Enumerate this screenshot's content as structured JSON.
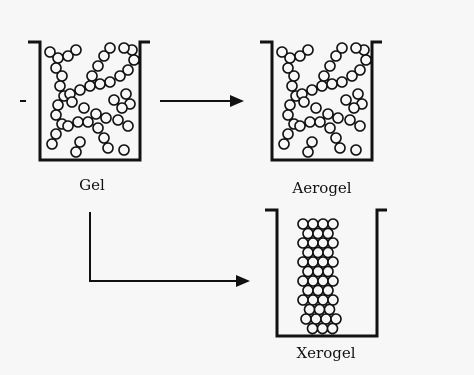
{
  "labels": {
    "gel": "Gel",
    "aerogel": "Aerogel",
    "xerogel": "Xerogel"
  },
  "colors": {
    "ink": "#111111",
    "background": "#f7f7f7"
  }
}
